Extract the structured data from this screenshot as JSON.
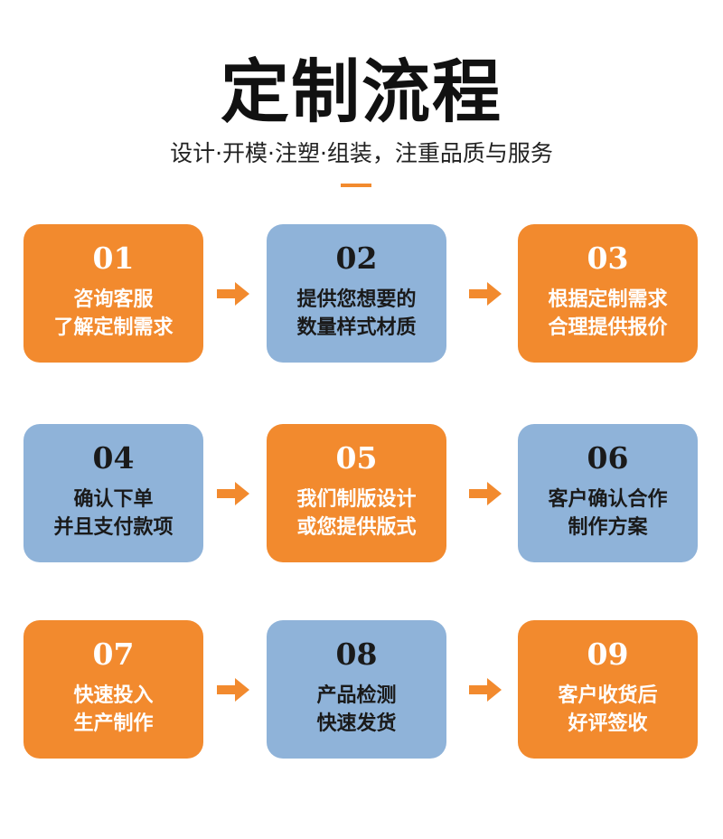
{
  "header": {
    "title": "定制流程",
    "subtitle": "设计·开模·注塑·组装，注重品质与服务"
  },
  "colors": {
    "orange": "#f28a2e",
    "blue": "#8fb3d9"
  },
  "steps": [
    {
      "num": "01",
      "line1": "咨询客服",
      "line2": "了解定制需求"
    },
    {
      "num": "02",
      "line1": "提供您想要的",
      "line2": "数量样式材质"
    },
    {
      "num": "03",
      "line1": "根据定制需求",
      "line2": "合理提供报价"
    },
    {
      "num": "04",
      "line1": "确认下单",
      "line2": "并且支付款项"
    },
    {
      "num": "05",
      "line1": "我们制版设计",
      "line2": "或您提供版式"
    },
    {
      "num": "06",
      "line1": "客户确认合作",
      "line2": "制作方案"
    },
    {
      "num": "07",
      "line1": "快速投入",
      "line2": "生产制作"
    },
    {
      "num": "08",
      "line1": "产品检测",
      "line2": "快速发货"
    },
    {
      "num": "09",
      "line1": "客户收货后",
      "line2": "好评签收"
    }
  ]
}
